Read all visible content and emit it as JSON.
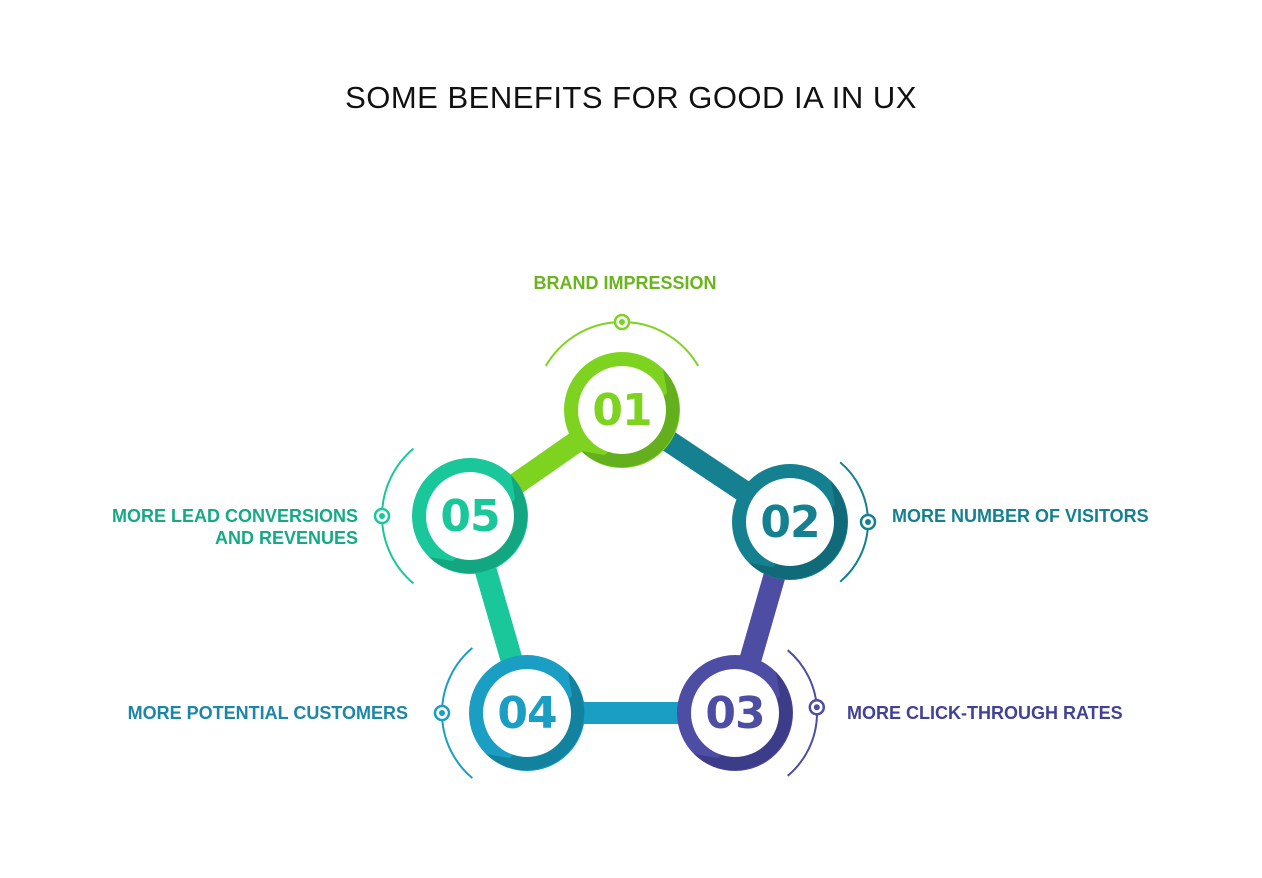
{
  "title": "SOME BENEFITS FOR GOOD IA IN UX",
  "steps": [
    {
      "number": "01",
      "label": [
        "BRAND IMPRESSION"
      ],
      "color": "#7ed321",
      "dark": "#5fa81c",
      "text_color": "#6ab51e"
    },
    {
      "number": "02",
      "label": [
        "MORE NUMBER OF VISITORS"
      ],
      "color": "#15808f",
      "dark": "#0f6673",
      "text_color": "#15808f"
    },
    {
      "number": "03",
      "label": [
        "MORE CLICK-THROUGH RATES"
      ],
      "color": "#4d4da3",
      "dark": "#3a3a85",
      "text_color": "#414195"
    },
    {
      "number": "04",
      "label": [
        "MORE POTENTIAL CUSTOMERS"
      ],
      "color": "#1a9ec3",
      "dark": "#137c99",
      "text_color": "#1a86a8"
    },
    {
      "number": "05",
      "label": [
        "MORE LEAD CONVERSIONS",
        "AND REVENUES"
      ],
      "color": "#19c79a",
      "dark": "#12a07c",
      "text_color": "#16a985"
    }
  ]
}
